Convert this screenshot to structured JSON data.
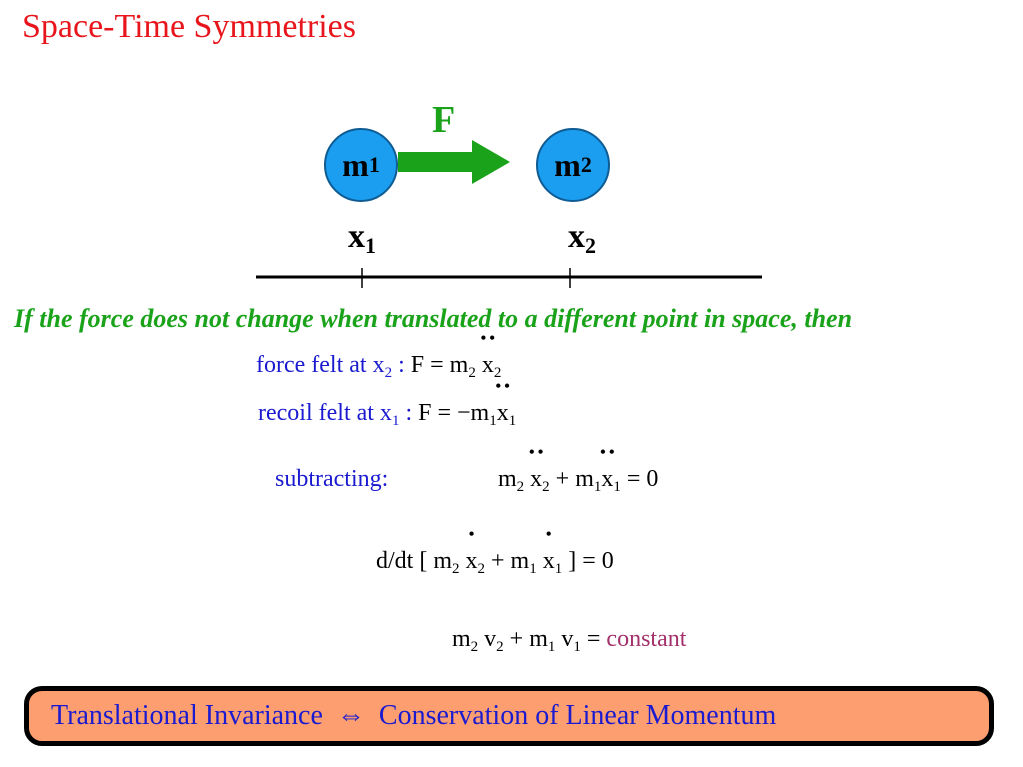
{
  "slide": {
    "title": "Space-Time Symmetries"
  },
  "diagram": {
    "force_label": "F",
    "mass1": {
      "base": "m",
      "sub": "1"
    },
    "mass2": {
      "base": "m",
      "sub": "2"
    },
    "pos1": {
      "base": "x",
      "sub": "1"
    },
    "pos2": {
      "base": "x",
      "sub": "2"
    },
    "colors": {
      "mass_fill": "#1b9df0",
      "arrow": "#1aa31a",
      "axis": "#000000"
    }
  },
  "statement": "If the force does not change when translated to a different point in space, then",
  "equations": {
    "eq1": {
      "label": "force felt at x",
      "label_sub": "2",
      "colon": " : ",
      "lhs": "F =  m",
      "m_sub": "2",
      "x": "x",
      "x_sub": "2"
    },
    "eq2": {
      "label": "recoil felt at x",
      "label_sub": "1",
      "colon": " : ",
      "lhs": "F = −m",
      "m_sub": "1",
      "x": "x",
      "x_sub": "1"
    },
    "eq3": {
      "label": "subtracting:",
      "m_a": "m",
      "m_a_sub": "2",
      "x_a": "x",
      "x_a_sub": "2",
      "plus": "  +  m",
      "m_b_sub": "1",
      "x_b": "x",
      "x_b_sub": "1",
      "rhs": " = 0"
    },
    "eq4": {
      "prefix": "d/dt [ m",
      "m_a_sub": "2",
      "x_a": "x",
      "x_a_sub": "2",
      "plus": " + m",
      "m_b_sub": "1",
      "x_b": "x",
      "x_b_sub": "1",
      "rhs": " ] = 0"
    },
    "eq5": {
      "m_a": "m",
      "m_a_sub": "2",
      "v_a": " v",
      "v_a_sub": "2",
      "plus": " +  m",
      "m_b_sub": "1",
      "v_b": " v",
      "v_b_sub": "1",
      "equals": " = ",
      "rhs": "constant"
    }
  },
  "banner": {
    "left": "Translational Invariance",
    "arrow": "⇔",
    "right": "Conservation of Linear Momentum",
    "colors": {
      "fill": "#fc9e70",
      "text": "#1a1ad0"
    }
  }
}
